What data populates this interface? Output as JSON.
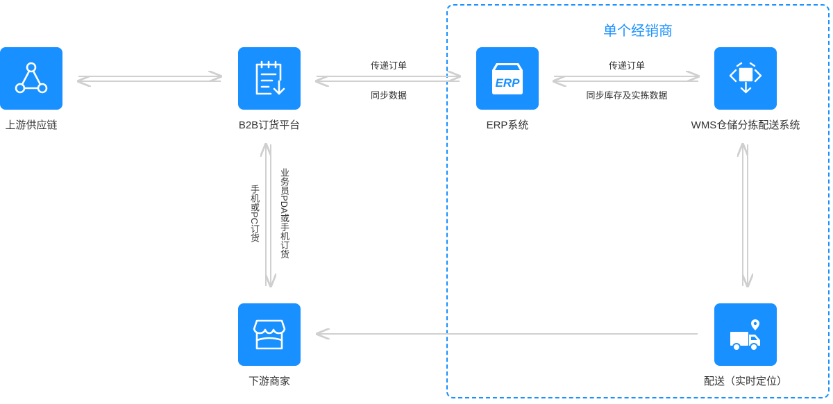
{
  "region": {
    "title": "单个经销商"
  },
  "nodes": {
    "upstream": {
      "label": "上游供应链",
      "icon": "network-icon"
    },
    "b2b": {
      "label": "B2B订货平台",
      "icon": "order-document-icon"
    },
    "erp": {
      "label": "ERP系统",
      "icon": "erp-box-icon",
      "badge": "ERP"
    },
    "wms": {
      "label": "WMS仓储分拣配送系统",
      "icon": "warehouse-sorting-icon"
    },
    "downstream": {
      "label": "下游商家",
      "icon": "storefront-icon"
    },
    "delivery": {
      "label": "配送（实时定位）",
      "icon": "delivery-truck-icon"
    }
  },
  "edges": {
    "b2b_erp_top": "传递订单",
    "b2b_erp_bottom": "同步数据",
    "erp_wms_top": "传递订单",
    "erp_wms_bottom": "同步库存及实拣数据",
    "b2b_down_left": "手机或PC订货",
    "b2b_down_right": "业务员PDA或手机订货"
  },
  "colors": {
    "accent": "#1890ff",
    "arrow": "#d0d0d0"
  }
}
